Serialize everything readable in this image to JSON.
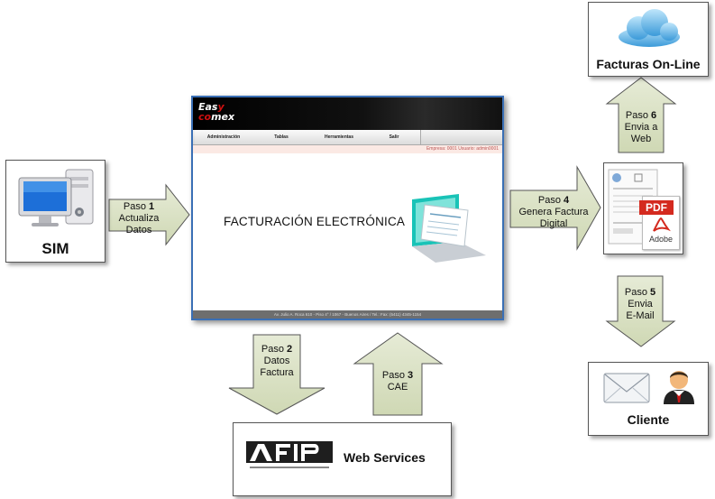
{
  "nodes": {
    "sim": {
      "label": "SIM"
    },
    "facturas_online": {
      "label": "Facturas On-Line"
    },
    "invoice_pdf": {
      "pdf_label": "PDF",
      "adobe_label": "Adobe"
    },
    "cliente": {
      "label": "Cliente"
    },
    "afip": {
      "label": "Web Services"
    }
  },
  "app": {
    "logo_line1": "Eas",
    "logo_line1_accent": "y",
    "logo_line2_accent": "co",
    "logo_line2": "mex",
    "menu": [
      "Administración",
      "Tablas",
      "Herramientas",
      "Salir"
    ],
    "status": "Empresa: 0001  Usuario: admin0001",
    "title": "FACTURACIÓN ELECTRÓNICA",
    "footer": "Av. Julio A. Roca 610 - Piso 4° / 1067 - Buenos Aires / Tel.: Fax: (5411) 4345-1154"
  },
  "arrows": {
    "step1": {
      "prefix": "Paso ",
      "num": "1",
      "line2": "Actualiza Datos"
    },
    "step2": {
      "prefix": "Paso ",
      "num": "2",
      "line2": "Datos",
      "line3": "Factura"
    },
    "step3": {
      "prefix": "Paso ",
      "num": "3",
      "line2": "CAE"
    },
    "step4": {
      "prefix": "Paso ",
      "num": "4",
      "line2": "Genera Factura",
      "line3": "Digital"
    },
    "step5": {
      "prefix": "Paso ",
      "num": "5",
      "line2": "Envia",
      "line3": "E-Mail"
    },
    "step6": {
      "prefix": "Paso ",
      "num": "6",
      "line2": "Envia a",
      "line3": "Web"
    }
  },
  "colors": {
    "arrow_fill": "#dfe5cc",
    "arrow_stroke": "#555555",
    "window_border": "#3a6fb5",
    "pdf_red": "#d42a1f"
  }
}
